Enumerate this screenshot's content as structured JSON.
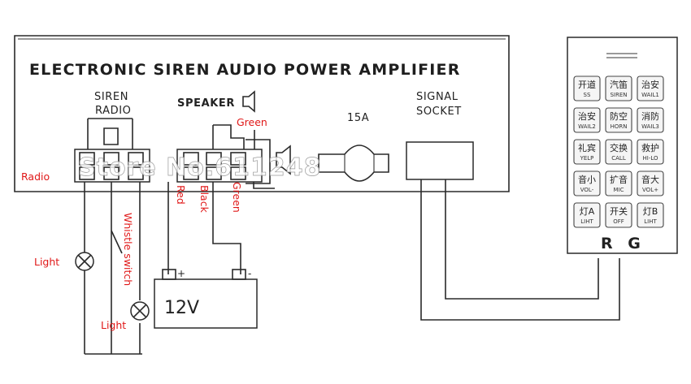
{
  "title": "ELECTRONIC SIREN AUDIO POWER AMPLIFIER",
  "labels": {
    "siren": "SIREN",
    "radio": "RADIO",
    "speaker": "SPEAKER",
    "fuse": "15A",
    "signal": "SIGNAL",
    "socket": "SOCKET"
  },
  "wire_labels": {
    "green_top": "Green",
    "radio": "Radio",
    "red": "Red",
    "black": "Black",
    "green": "Green",
    "whistle_switch": "Whistle switch",
    "light_left": "Light",
    "light_bottom": "Light"
  },
  "battery": {
    "label": "12V",
    "plus": "+",
    "minus": "-"
  },
  "watermark": "Store No.611248",
  "controller": {
    "brand": "R G",
    "keys": [
      {
        "cn": "开道",
        "en": "SS"
      },
      {
        "cn": "汽笛",
        "en": "SIREN"
      },
      {
        "cn": "治安",
        "en": "WAIL1"
      },
      {
        "cn": "治安",
        "en": "WAIL2"
      },
      {
        "cn": "防空",
        "en": "HORN"
      },
      {
        "cn": "消防",
        "en": "WAIL3"
      },
      {
        "cn": "礼宾",
        "en": "YELP"
      },
      {
        "cn": "交换",
        "en": "CALL"
      },
      {
        "cn": "救护",
        "en": "HI-LO"
      },
      {
        "cn": "音小",
        "en": "VOL-"
      },
      {
        "cn": "扩音",
        "en": "MIC"
      },
      {
        "cn": "音大",
        "en": "VOL+"
      },
      {
        "cn": "灯A",
        "en": "LIHT"
      },
      {
        "cn": "开关",
        "en": "OFF"
      },
      {
        "cn": "灯B",
        "en": "LIHT"
      }
    ]
  },
  "colors": {
    "annotation": "#e01818",
    "ink": "#2a2a2a"
  }
}
